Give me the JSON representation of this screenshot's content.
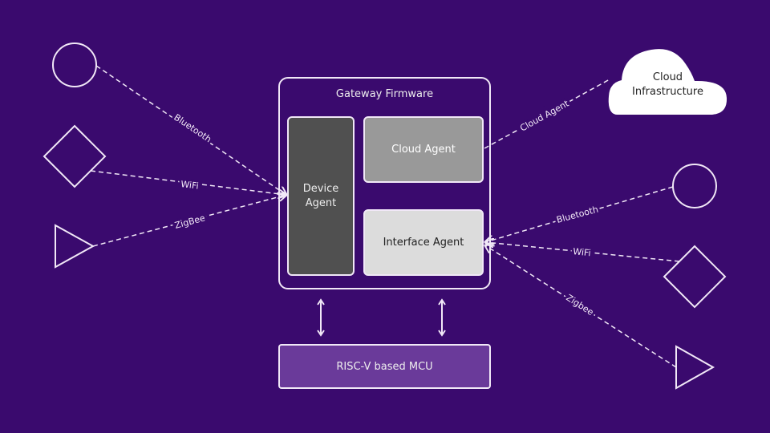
{
  "gateway": {
    "title": "Gateway Firmware",
    "device_agent": "Device Agent",
    "cloud_agent": "Cloud Agent",
    "interface_agent": "Interface Agent"
  },
  "mcu": {
    "label": "RISC-V based MCU"
  },
  "cloud": {
    "label": "Cloud Infrastructure"
  },
  "left_links": [
    {
      "shape": "circle",
      "label": "Bluetooth"
    },
    {
      "shape": "diamond",
      "label": "WiFi"
    },
    {
      "shape": "triangle",
      "label": "ZigBee"
    }
  ],
  "right_links": [
    {
      "shape": "circle",
      "label": "Bluetooth"
    },
    {
      "shape": "diamond",
      "label": "WiFi"
    },
    {
      "shape": "triangle",
      "label": "Zigbee"
    }
  ],
  "cloud_link": {
    "label": "Cloud Agent"
  },
  "colors": {
    "background": "#3a0a6e",
    "line": "#f1e8f7",
    "mcu": "#6a3a9a"
  }
}
